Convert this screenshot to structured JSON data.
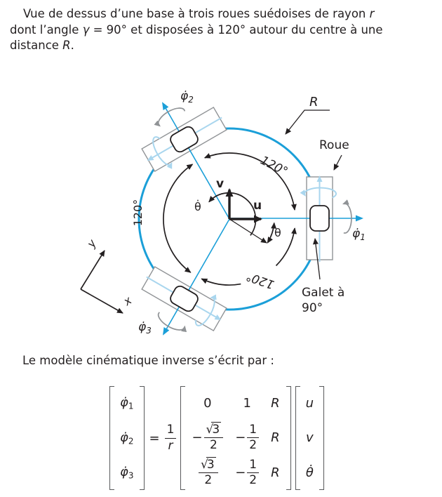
{
  "intro": {
    "l1a": "Vue de dessus d’une base à trois roues suédoises de rayon ",
    "l1b": "r",
    "l2a": "dont l’angle ",
    "l2b": "γ",
    "l2c": " = 90° et disposées à 120° autour du centre à une",
    "l3a": "distance ",
    "l3b": "R",
    "l3c": "."
  },
  "diagram": {
    "labels": {
      "phi1_sym": "φ̇",
      "phi1_sub": "1",
      "phi2_sym": "φ̇",
      "phi2_sub": "2",
      "phi3_sym": "φ̇",
      "phi3_sub": "3",
      "radius": "R",
      "wheel": "Roue",
      "roller_l1": "Galet à",
      "roller_l2": "90°",
      "angle_top": "120°",
      "angle_left": "120°",
      "angle_bottom": "120°",
      "u": "u",
      "v": "v",
      "theta_dot": "θ̇",
      "theta": "θ",
      "x": "x",
      "y": "y"
    },
    "colors": {
      "cyan": "#1b9fd8",
      "pale": "#a9d6ee",
      "gray": "#909396",
      "ink": "#231f20"
    }
  },
  "model_line": "Le modèle cinématique inverse s’écrit par :",
  "equation": {
    "lhs": [
      {
        "sym": "φ̇",
        "sub": "1"
      },
      {
        "sym": "φ̇",
        "sub": "2"
      },
      {
        "sym": "φ̇",
        "sub": "3"
      }
    ],
    "equals": "=",
    "coef": {
      "num": "1",
      "den": "r"
    },
    "matrix": {
      "m11": "0",
      "m12": "1",
      "m13": "R",
      "m21": {
        "sign": "−",
        "root": "√",
        "radicand": "3",
        "den": "2"
      },
      "m22": {
        "sign": "−",
        "num": "1",
        "den": "2"
      },
      "m23": "R",
      "m31": {
        "sign": "",
        "root": "√",
        "radicand": "3",
        "den": "2"
      },
      "m32": {
        "sign": "−",
        "num": "1",
        "den": "2"
      },
      "m33": "R"
    },
    "rhs": [
      "u",
      "v",
      "θ̇"
    ]
  }
}
